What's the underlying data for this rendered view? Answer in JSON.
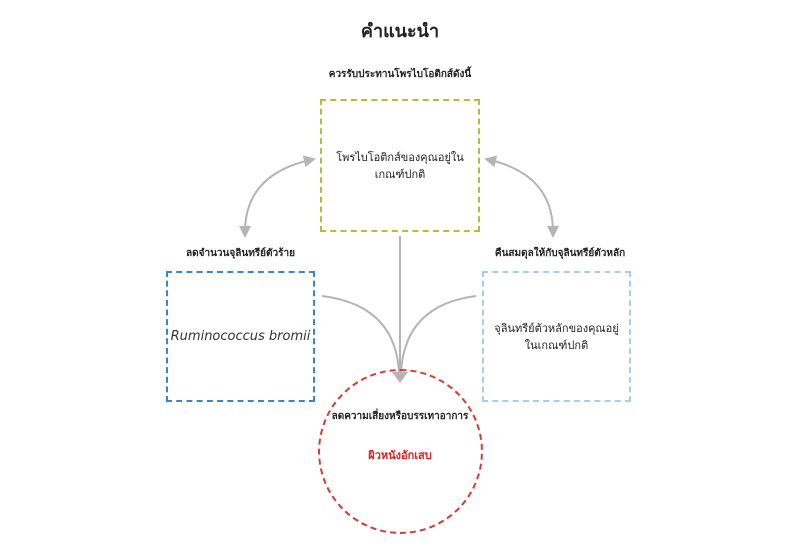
{
  "title": "คำแนะนำ",
  "top": {
    "label": "ควรรับประทานโพรไบโอติกส์ดังนี้",
    "text": "โพรไบโอติกส์ของคุณอยู่ใน\nเกณฑ์ปกติ"
  },
  "left": {
    "label": "ลดจำนวนจุลินทรีย์ตัวร้าย",
    "text": "Ruminococcus bromii"
  },
  "right": {
    "label": "คืนสมดุลให้กับจุลินทรีย์ตัวหลัก",
    "text": "จุลินทรีย์ตัวหลักของคุณอยู่\nในเกณฑ์ปกติ"
  },
  "circle": {
    "label": "ลดความเสี่ยงหรือบรรเทาอาการ",
    "text": "ผิวหนังอักเสบ"
  },
  "colors": {
    "top_border": "#a8c43a",
    "left_border": "#3a87c8",
    "right_border": "#a9cdee",
    "circle_border": "#d83a3a",
    "circle_text": "#e02020",
    "arrow": "#b5b5b5"
  }
}
